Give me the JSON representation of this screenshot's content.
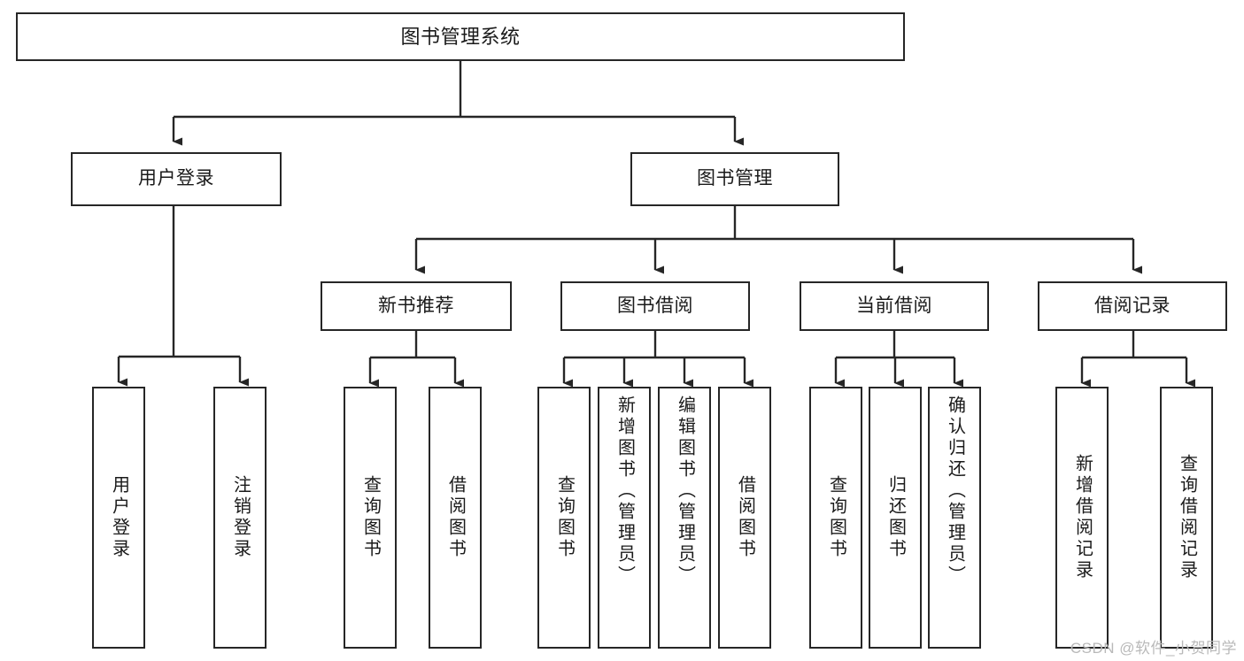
{
  "diagram": {
    "title": "图书管理系统",
    "type": "tree-hierarchy-chart",
    "root": {
      "label": "图书管理系统"
    },
    "level2": [
      {
        "label": "用户登录"
      },
      {
        "label": "图书管理"
      }
    ],
    "level3": [
      {
        "label": "新书推荐"
      },
      {
        "label": "图书借阅"
      },
      {
        "label": "当前借阅"
      },
      {
        "label": "借阅记录"
      }
    ],
    "leaves": {
      "user_login": [
        {
          "label": "用户登录"
        },
        {
          "label": "注销登录"
        }
      ],
      "new_book_recommend": [
        {
          "label": "查询图书"
        },
        {
          "label": "借阅图书"
        }
      ],
      "book_borrow": [
        {
          "label": "查询图书"
        },
        {
          "label": "新增图书（管理员）"
        },
        {
          "label": "编辑图书（管理员）"
        },
        {
          "label": "借阅图书"
        }
      ],
      "current_borrow": [
        {
          "label": "查询图书"
        },
        {
          "label": "归还图书"
        },
        {
          "label": "确认归还（管理员）"
        }
      ],
      "borrow_record": [
        {
          "label": "新增借阅记录"
        },
        {
          "label": "查询借阅记录"
        }
      ]
    }
  },
  "watermark": {
    "text": "CSDN @软件_小贺同学"
  },
  "colors": {
    "stroke": "#262626",
    "background": "#ffffff",
    "text": "#1a1a1a",
    "watermark": "#b9b9b9"
  }
}
